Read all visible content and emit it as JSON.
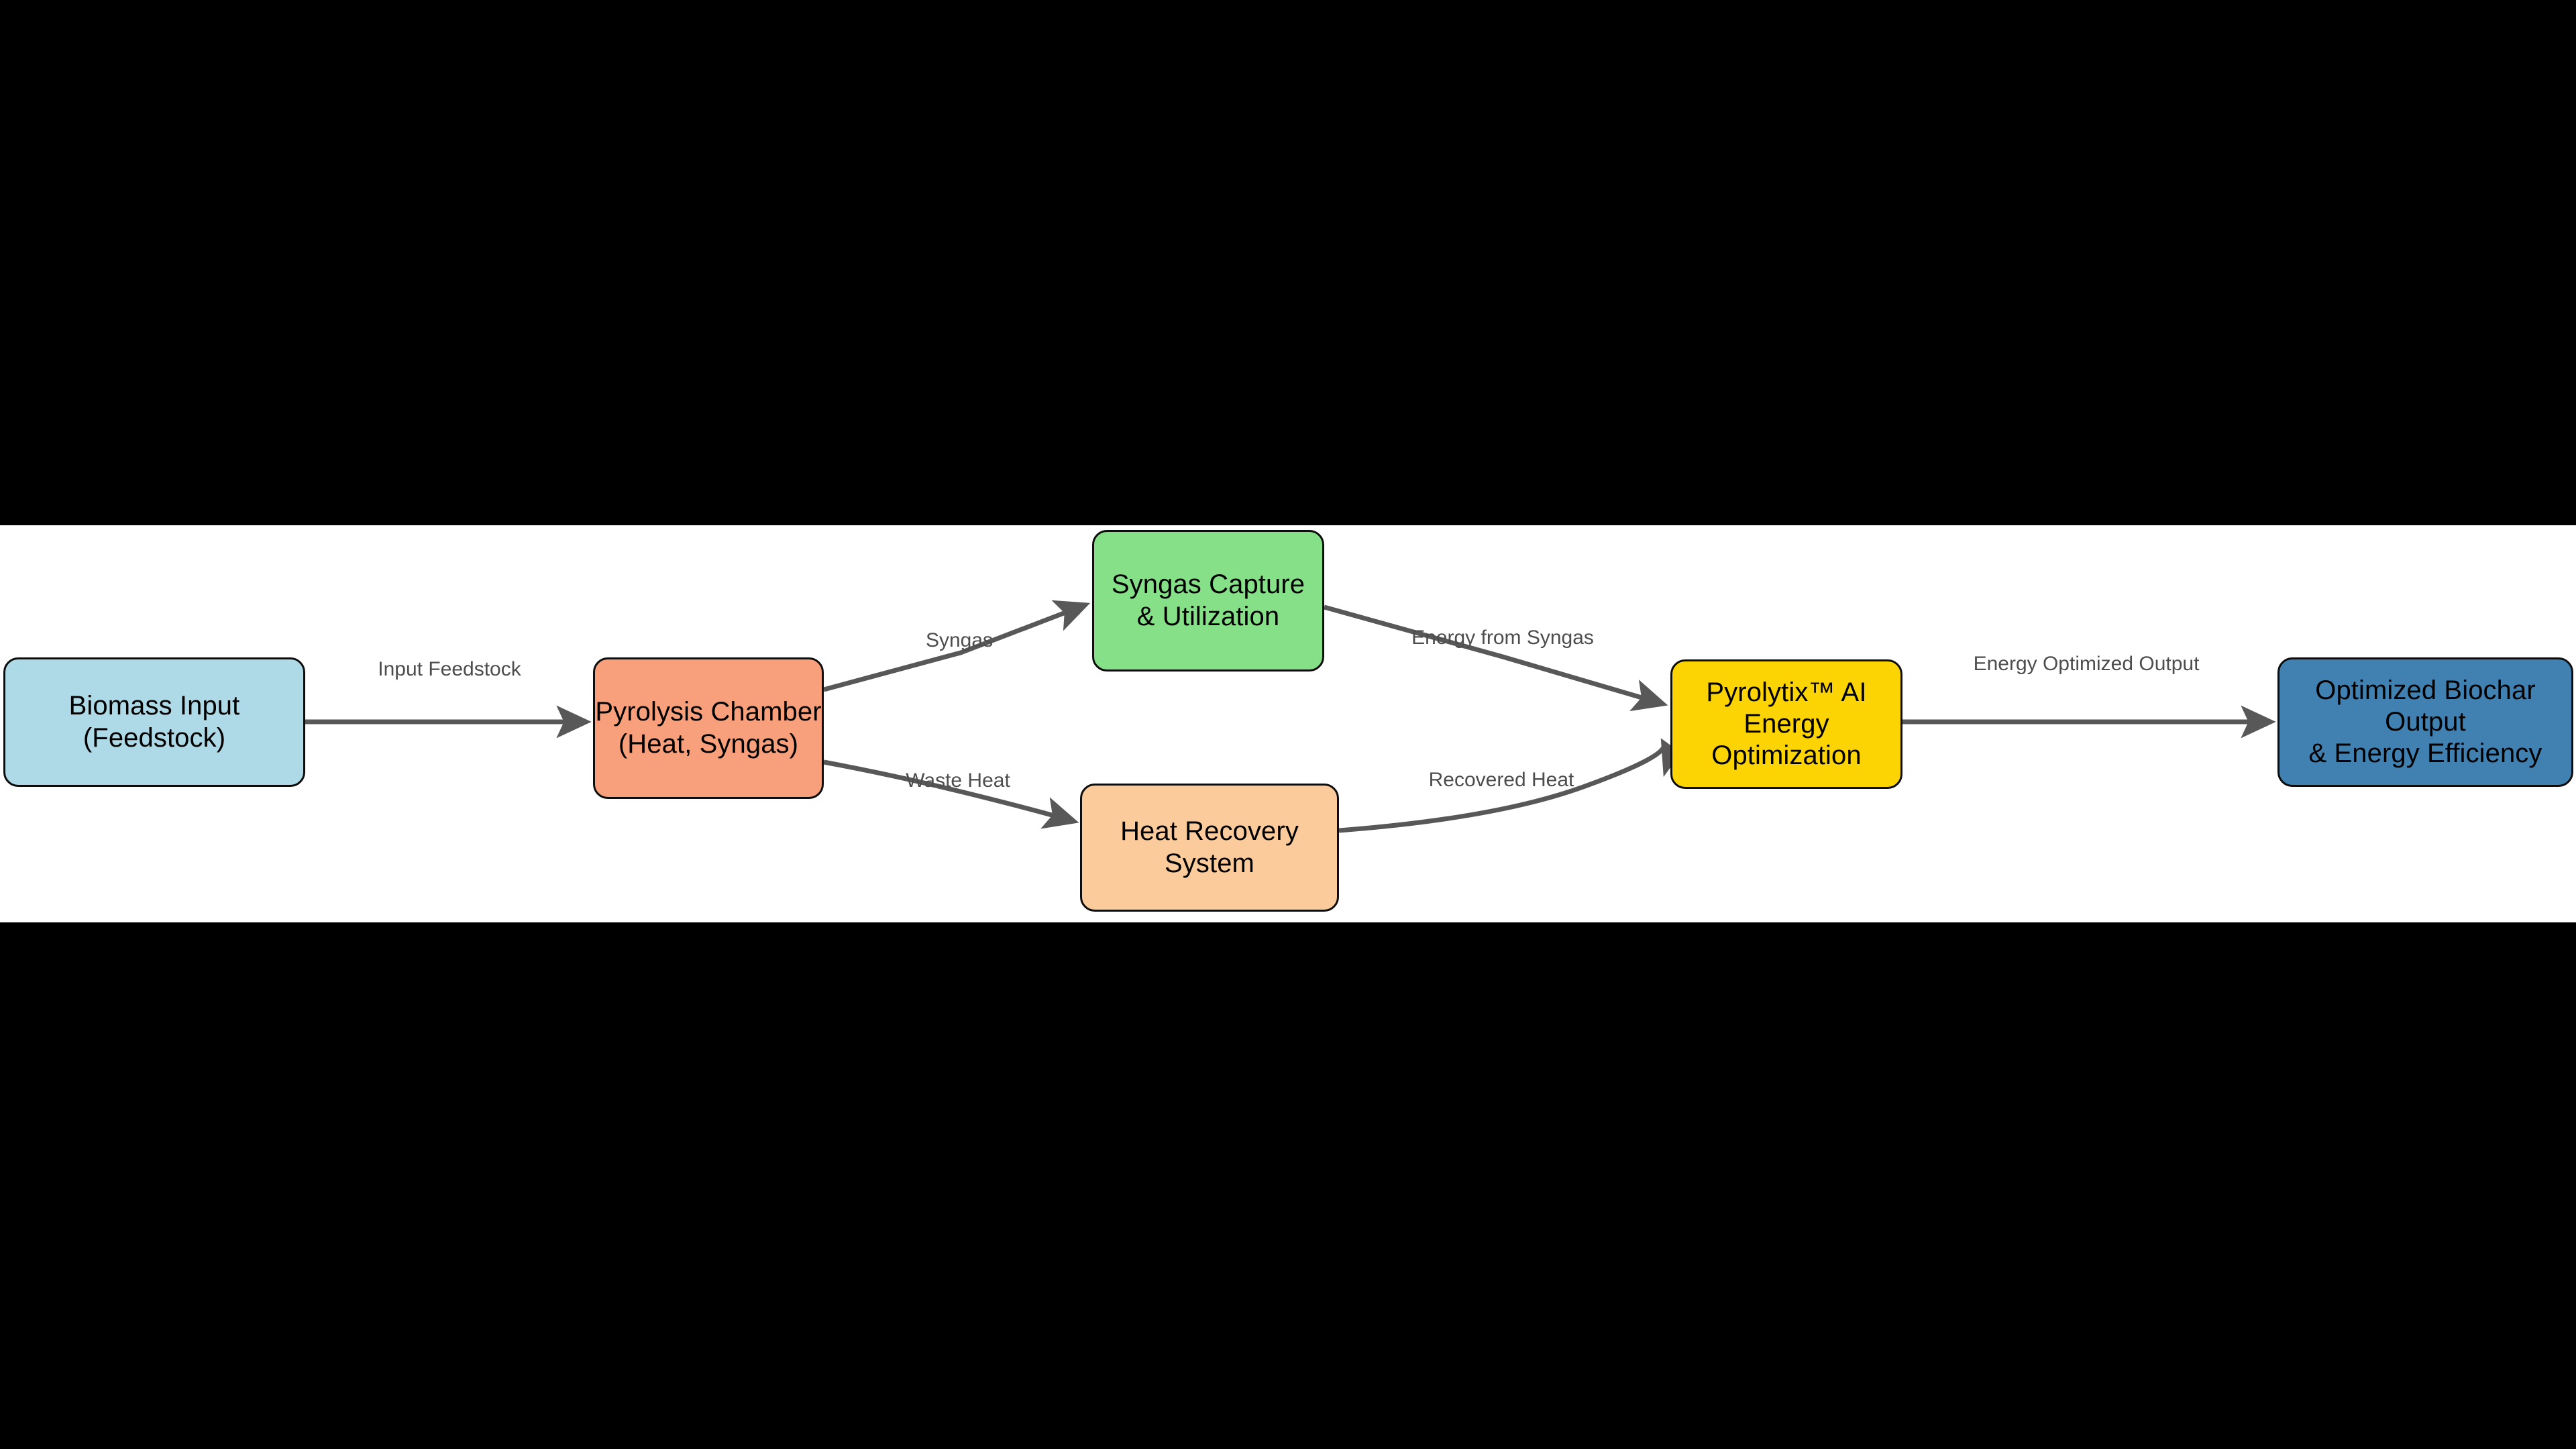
{
  "diagram": {
    "background_color": "#000000",
    "canvas_color": "#ffffff",
    "edge_color": "#585858",
    "edge_label_color": "#4d4d4d",
    "node_border_color": "#0d0d0d",
    "nodes": [
      {
        "id": "biomass",
        "label": "Biomass Input (Feedstock)",
        "color": "#aed9e6",
        "name": "node-biomass-input"
      },
      {
        "id": "pyrolysis",
        "label": "Pyrolysis Chamber\n(Heat, Syngas)",
        "color": "#f8a07b",
        "name": "node-pyrolysis-chamber"
      },
      {
        "id": "syngas",
        "label": "Syngas Capture\n& Utilization",
        "color": "#86e088",
        "name": "node-syngas-capture"
      },
      {
        "id": "heat",
        "label": "Heat Recovery System",
        "color": "#fbcb9b",
        "name": "node-heat-recovery-system"
      },
      {
        "id": "pyrolytix",
        "label": "Pyrolytix™ AI\nEnergy Optimization",
        "color": "#fcd303",
        "name": "node-pyrolytix-ai"
      },
      {
        "id": "biochar",
        "label": "Optimized Biochar Output\n& Energy Efficiency",
        "color": "#4081b1",
        "name": "node-optimized-biochar-output"
      }
    ],
    "edges": [
      {
        "id": "e1",
        "from": "biomass",
        "to": "pyrolysis",
        "label": "Input Feedstock"
      },
      {
        "id": "e2",
        "from": "pyrolysis",
        "to": "syngas",
        "label": "Syngas"
      },
      {
        "id": "e3",
        "from": "pyrolysis",
        "to": "heat",
        "label": "Waste Heat"
      },
      {
        "id": "e4",
        "from": "syngas",
        "to": "pyrolytix",
        "label": "Energy from Syngas"
      },
      {
        "id": "e5",
        "from": "heat",
        "to": "pyrolytix",
        "label": "Recovered Heat"
      },
      {
        "id": "e6",
        "from": "pyrolytix",
        "to": "biochar",
        "label": "Energy Optimized Output"
      }
    ]
  }
}
